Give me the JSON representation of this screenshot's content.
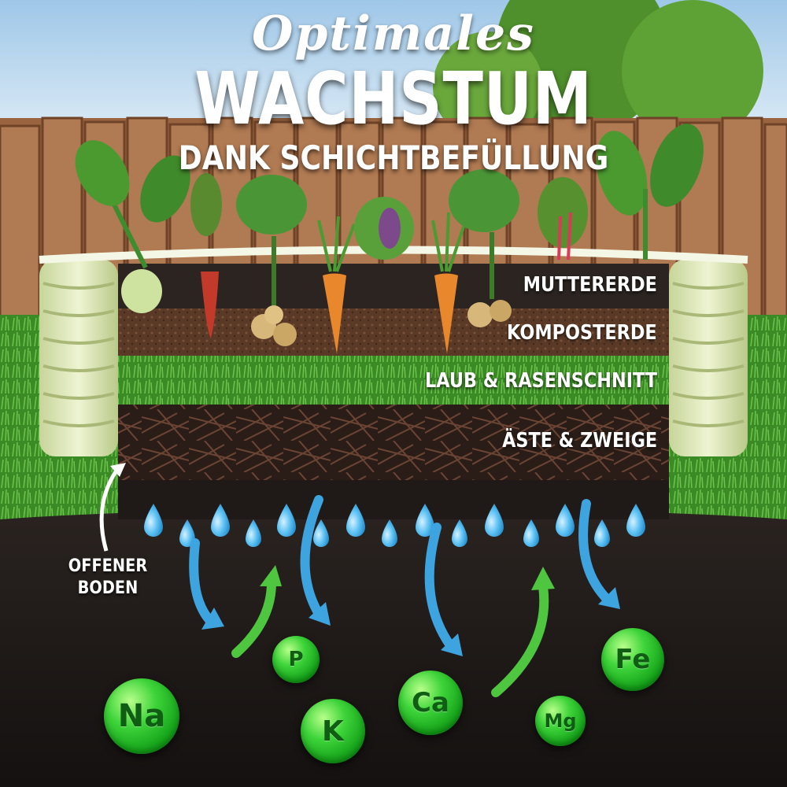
{
  "title": {
    "script": "Optimales",
    "main": "WACHSTUM",
    "sub": "DANK SCHICHTBEFÜLLUNG"
  },
  "layers": [
    {
      "label": "MUTTERERDE",
      "color": "#2b2420"
    },
    {
      "label": "KOMPOSTERDE",
      "color": "#5a3a26"
    },
    {
      "label": "LAUB & RASENSCHNITT",
      "color": "#3f8f2c"
    },
    {
      "label": "ÄSTE & ZWEIGE",
      "color": "#2a1d17"
    }
  ],
  "open_ground": {
    "line1": "OFFENER",
    "line2": "BODEN"
  },
  "minerals": [
    {
      "symbol": "Na"
    },
    {
      "symbol": "P"
    },
    {
      "symbol": "K"
    },
    {
      "symbol": "Ca"
    },
    {
      "symbol": "Mg"
    },
    {
      "symbol": "Fe"
    }
  ],
  "colors": {
    "sky": "#bcd9f0",
    "fence": "#a06a44",
    "bed_frame": "#dfe9b8",
    "soil": "#1f1a17",
    "water_drop": "#4fb6ef",
    "water_arrow": "#3ea4df",
    "nutrient_arrow": "#4fc63f",
    "mineral_ball": "#2dbf2f"
  },
  "icons": [
    "water-drop-icon",
    "down-arrow-icon",
    "up-arrow-icon",
    "curved-arrow-icon",
    "plant-icon"
  ]
}
